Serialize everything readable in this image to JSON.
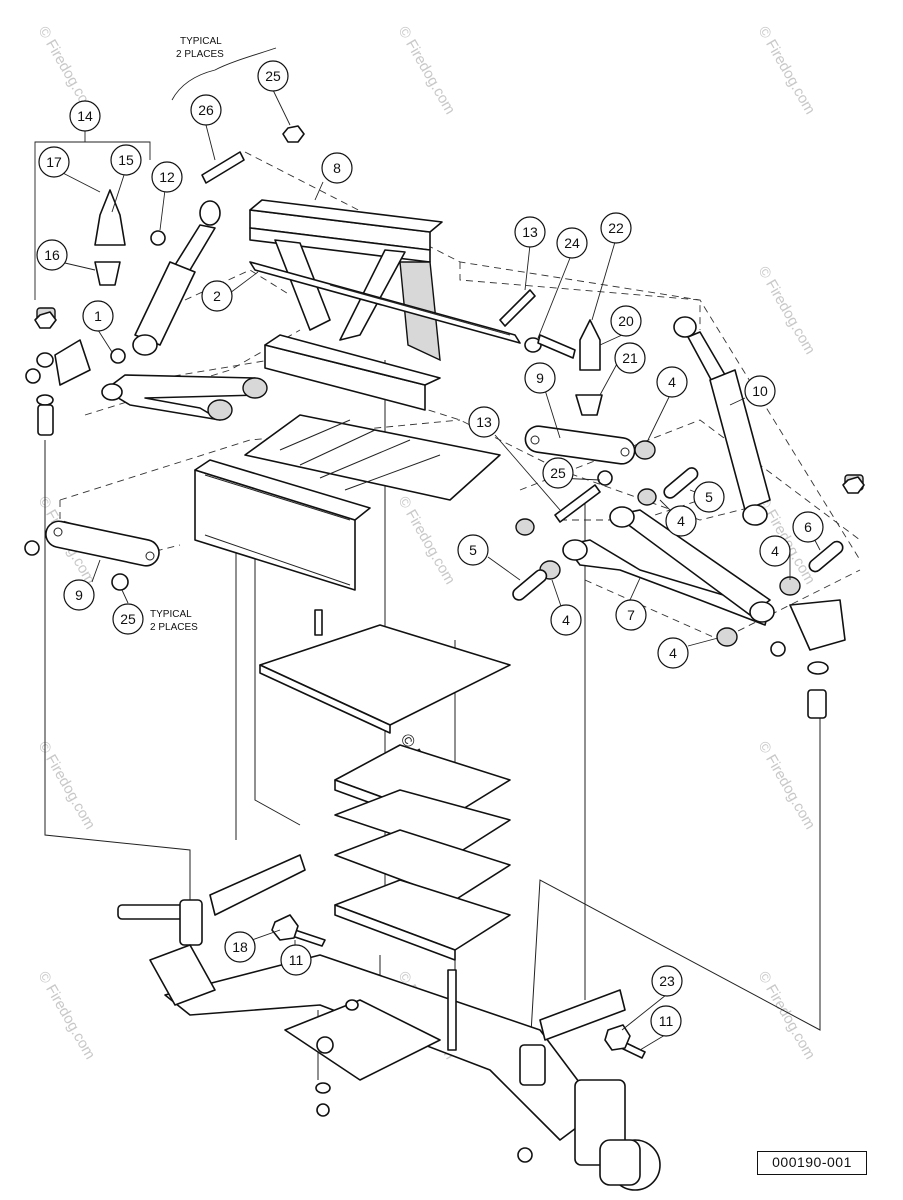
{
  "diagram": {
    "drawing_number": "000190-001",
    "typical_note_top": [
      "TYPICAL",
      "2 PLACES"
    ],
    "typical_note_bottom": [
      "TYPICAL",
      "2 PLACES"
    ],
    "watermark": "© Firedog.com",
    "callouts": [
      "14",
      "17",
      "15",
      "12",
      "16",
      "1",
      "26",
      "25",
      "8",
      "2",
      "13",
      "24",
      "22",
      "20",
      "21",
      "9",
      "4",
      "10",
      "13",
      "25",
      "5",
      "4",
      "6",
      "5",
      "4",
      "7",
      "4",
      "9",
      "25",
      "18",
      "11",
      "23",
      "11"
    ]
  }
}
